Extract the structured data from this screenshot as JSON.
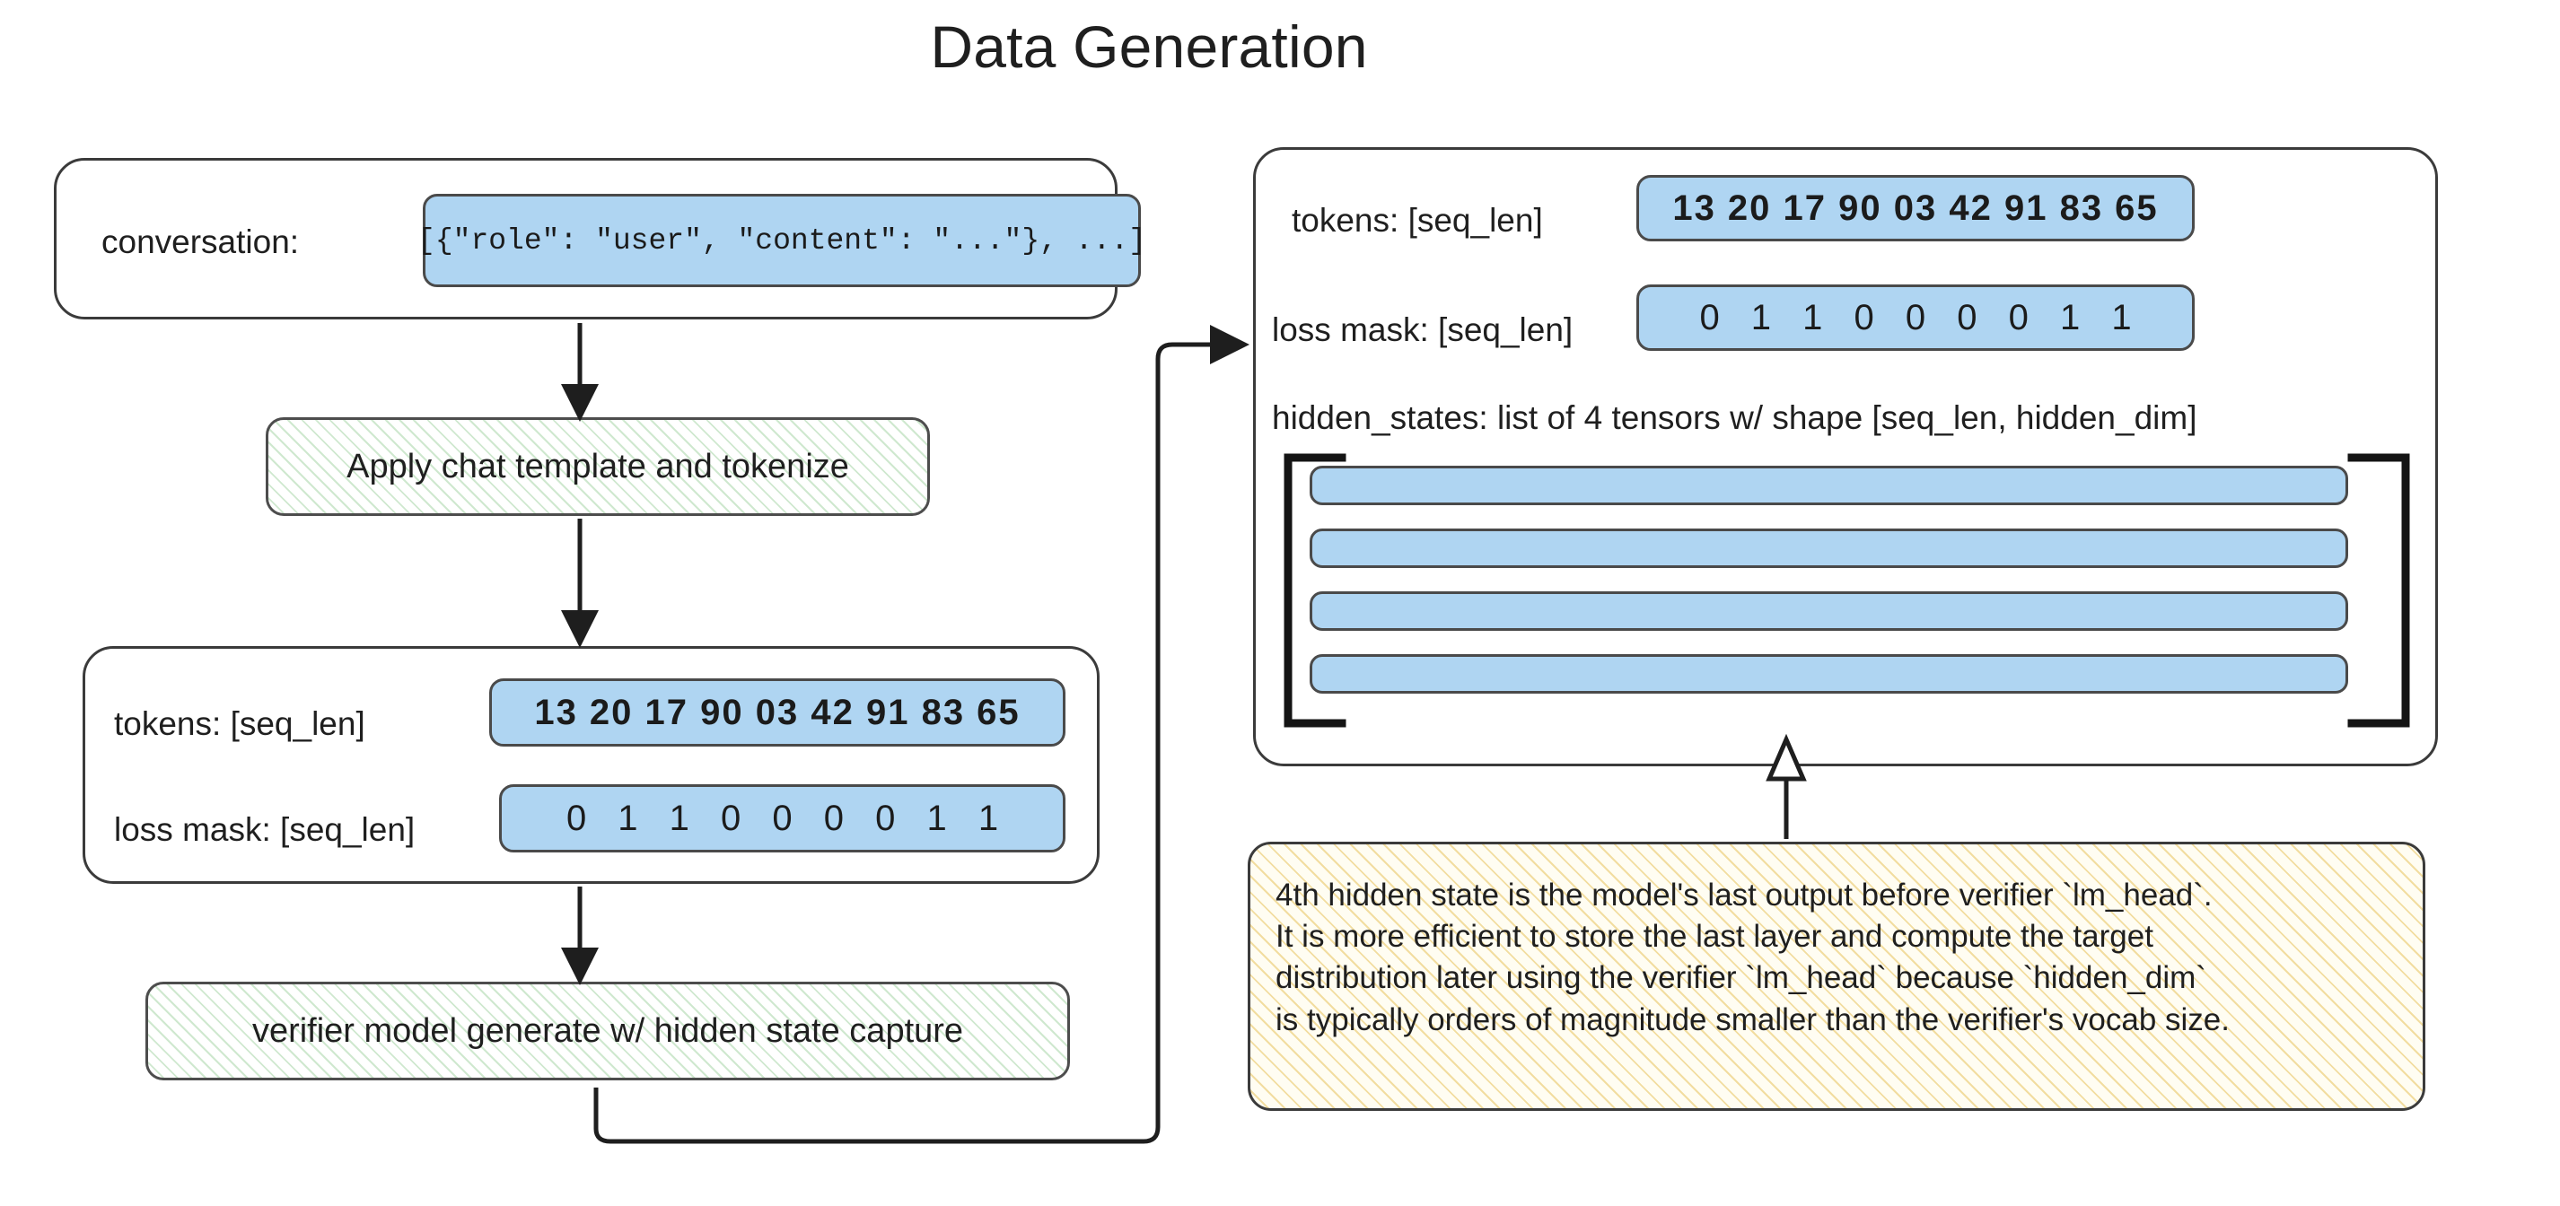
{
  "title": "Data Generation",
  "left_column": {
    "conversation_card": {
      "label": "conversation:",
      "value": "[{\"role\": \"user\", \"content\": \"...\"}, ...]"
    },
    "step_tokenize": {
      "label": "Apply chat template and tokenize"
    },
    "tokens_card": {
      "tokens_label": "tokens: [seq_len]",
      "tokens_value": "13 20 17 90 03 42 91 83 65",
      "loss_mask_label": "loss mask: [seq_len]",
      "loss_mask_value": "0 1 1 0 0 0 0 1 1"
    },
    "step_generate": {
      "label": "verifier model generate w/ hidden state capture"
    }
  },
  "right_column": {
    "output_card": {
      "tokens_label": "tokens: [seq_len]",
      "tokens_value": "13 20 17 90 03 42 91 83 65",
      "loss_mask_label": "loss mask: [seq_len]",
      "loss_mask_value": "0 1 1 0 0 0 0 1 1",
      "hidden_states_label": "hidden_states: list of 4 tensors w/ shape [seq_len, hidden_dim]",
      "hidden_state_tensors": [
        "",
        "",
        "",
        ""
      ]
    },
    "note": {
      "lines": [
        "4th hidden state is the model's last output before verifier `lm_head`.",
        "It is more efficient to store the last layer and compute the target",
        "distribution later using the verifier `lm_head` because `hidden_dim`",
        "is typically orders of magnitude smaller than the verifier's vocab size."
      ]
    }
  },
  "colors": {
    "data_blue": "#AFD5F2",
    "process_green_hatch": "#cfe8cf",
    "note_yellow_hatch": "#f2dda0",
    "stroke": "#3b3b3b",
    "text": "#1f1f1f",
    "background": "#ffffff"
  }
}
